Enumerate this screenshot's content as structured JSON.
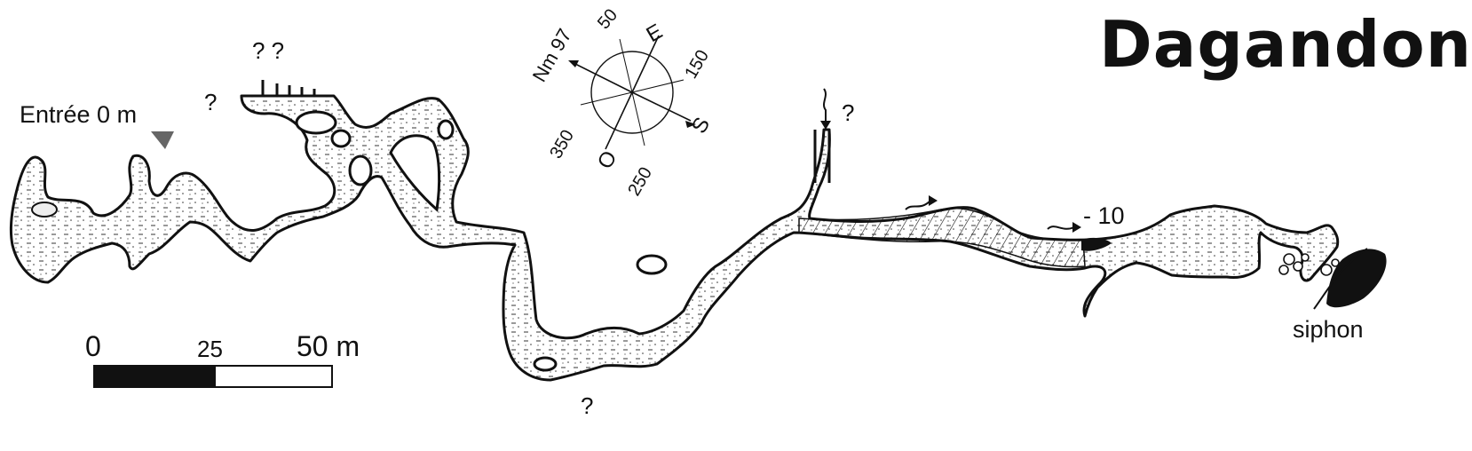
{
  "title": "Dagandong",
  "labels": {
    "entrance": "Entrée 0 m",
    "depth": "- 10",
    "siphon": "siphon",
    "unknown": "?",
    "unknown_pair": "? ?"
  },
  "compass": {
    "magnetic_north": "Nm 97",
    "e": "E",
    "s": "S",
    "o": "O",
    "deg_50": "50",
    "deg_150": "150",
    "deg_250": "250",
    "deg_350": "350"
  },
  "scale": {
    "tick_0": "0",
    "tick_25": "25",
    "tick_50": "50 m"
  },
  "colors": {
    "ink": "#111111",
    "passage_fill": "#fafafa",
    "water_fill": "#111111"
  }
}
